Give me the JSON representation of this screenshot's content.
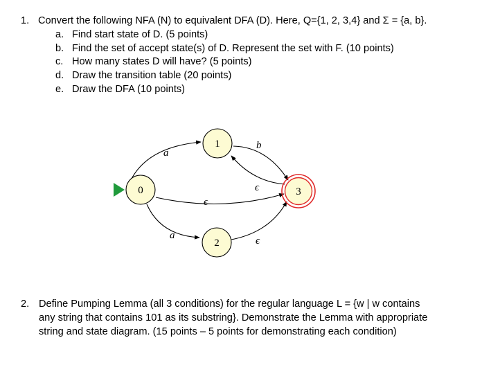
{
  "q1": {
    "number": "1.",
    "text": "Convert the following NFA (N) to equivalent DFA (D). Here, Q={1, 2, 3,4} and Σ = {a, b}.",
    "items": [
      {
        "marker": "a.",
        "text": "Find start state of D. (5 points)"
      },
      {
        "marker": "b.",
        "text": "Find the set of accept state(s) of D. Represent the set with F. (10 points)"
      },
      {
        "marker": "c.",
        "text": "How many states D will have? (5 points)"
      },
      {
        "marker": "d.",
        "text": "Draw the transition table (20 points)"
      },
      {
        "marker": "e.",
        "text": "Draw the DFA (10 points)"
      }
    ]
  },
  "nfa": {
    "states": [
      "0",
      "1",
      "2",
      "3"
    ],
    "start_state": "0",
    "accept_state": "3",
    "edge_labels": {
      "zero_to_one": "a",
      "one_to_three": "b",
      "three_to_one": "ϵ",
      "zero_to_three": "ϵ",
      "zero_to_two": "a",
      "two_to_three": "ϵ"
    },
    "colors": {
      "node_fill": "#fdfbd3",
      "accept_ring": "#e02a2a",
      "start_arrow": "#1f9a3b"
    }
  },
  "q2": {
    "number": "2.",
    "lines": [
      "Define Pumping Lemma (all 3 conditions) for the regular language L = {w | w contains",
      "any string that contains 101 as its substring}. Demonstrate the Lemma with appropriate",
      "string and state diagram. (15 points – 5 points for demonstrating each condition)"
    ]
  }
}
